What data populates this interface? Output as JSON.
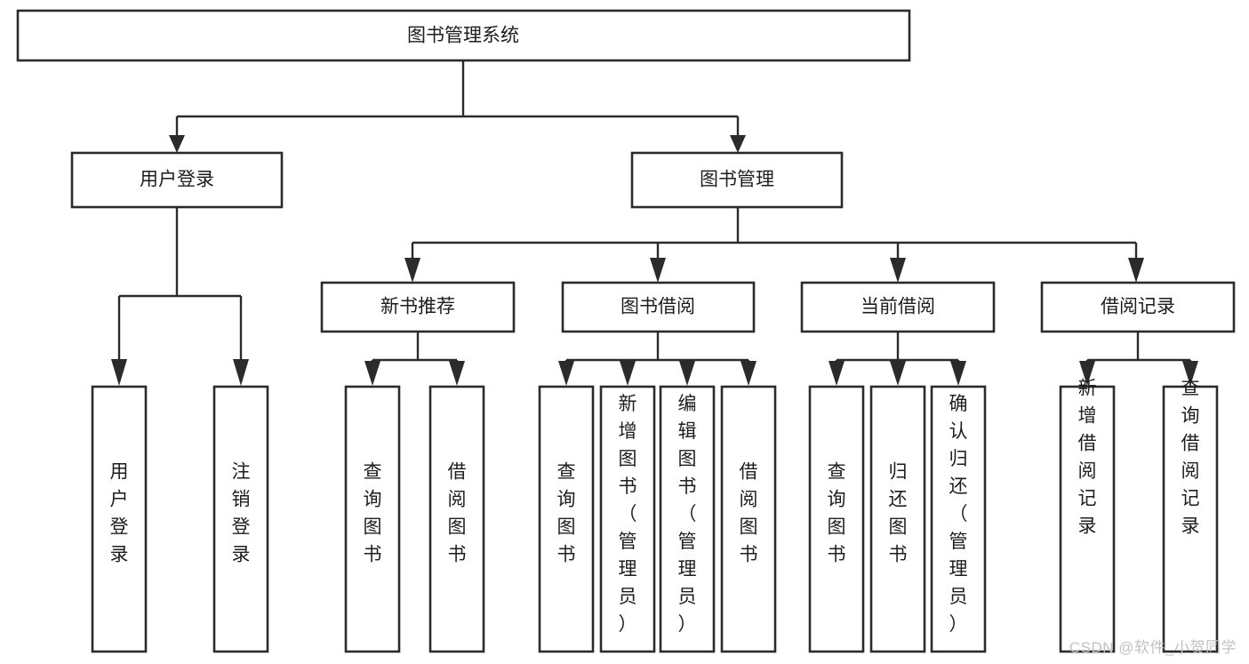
{
  "diagram": {
    "title": "图书管理系统",
    "type": "tree-hierarchy",
    "watermark": "CSDN @软件_小贺同学",
    "colors": {
      "stroke": "#2b2b2b",
      "box_fill": "#ffffff",
      "text": "#1d1d1d",
      "watermark": "#c2c2c2",
      "background": "#ffffff"
    },
    "root": {
      "label": "图书管理系统",
      "orientation": "horizontal"
    },
    "level2": [
      {
        "label": "用户登录",
        "orientation": "horizontal"
      },
      {
        "label": "图书管理",
        "orientation": "horizontal"
      }
    ],
    "level3": [
      {
        "label": "新书推荐",
        "orientation": "horizontal"
      },
      {
        "label": "图书借阅",
        "orientation": "horizontal"
      },
      {
        "label": "当前借阅",
        "orientation": "horizontal"
      },
      {
        "label": "借阅记录",
        "orientation": "horizontal"
      }
    ],
    "leaves": {
      "user_login": [
        {
          "label": "用户登录",
          "orientation": "vertical",
          "align": "middle"
        },
        {
          "label": "注销登录",
          "orientation": "vertical",
          "align": "middle"
        }
      ],
      "new_book_recommend": [
        {
          "label": "查询图书",
          "orientation": "vertical",
          "align": "middle"
        },
        {
          "label": "借阅图书",
          "orientation": "vertical",
          "align": "middle"
        }
      ],
      "book_borrow": [
        {
          "label": "查询图书",
          "orientation": "vertical",
          "align": "middle"
        },
        {
          "label": "新增图书（管理员）",
          "orientation": "vertical",
          "align": "top"
        },
        {
          "label": "编辑图书（管理员）",
          "orientation": "vertical",
          "align": "top"
        },
        {
          "label": "借阅图书",
          "orientation": "vertical",
          "align": "middle"
        }
      ],
      "current_borrow": [
        {
          "label": "查询图书",
          "orientation": "vertical",
          "align": "middle"
        },
        {
          "label": "归还图书",
          "orientation": "vertical",
          "align": "middle"
        },
        {
          "label": "确认归还（管理员）",
          "orientation": "vertical",
          "align": "top"
        }
      ],
      "borrow_record": [
        {
          "label": "新增借阅记录",
          "orientation": "vertical",
          "align": "middle"
        },
        {
          "label": "查询借阅记录",
          "orientation": "vertical",
          "align": "middle"
        }
      ]
    }
  }
}
